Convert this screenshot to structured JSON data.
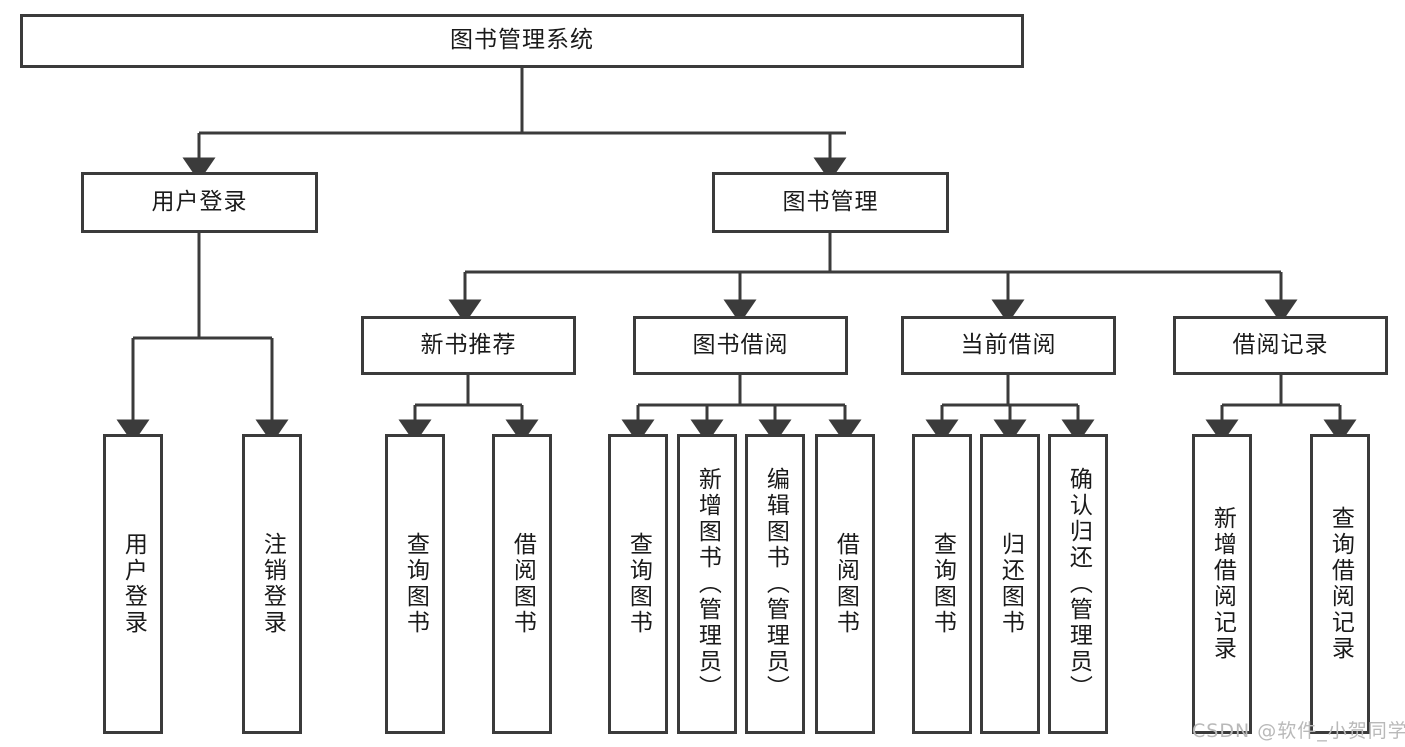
{
  "diagram": {
    "title": "图书管理系统",
    "watermark": "CSDN @软件_小贺同学",
    "line_color": "#3b3b3b",
    "text_color": "#1a1a1a",
    "background": "#ffffff",
    "nodes": {
      "root": "图书管理系统",
      "user_login": "用户登录",
      "book_manage": "图书管理",
      "new_book_rec": "新书推荐",
      "book_borrow": "图书借阅",
      "current_borrow": "当前借阅",
      "borrow_record": "借阅记录",
      "leaf_user_login": "用户登录",
      "leaf_logout": "注销登录",
      "leaf_query_book_1": "查询图书",
      "leaf_borrow_book_1": "借阅图书",
      "leaf_query_book_2": "查询图书",
      "leaf_add_book": "新增图书（管理员）",
      "leaf_edit_book": "编辑图书（管理员）",
      "leaf_borrow_book_2": "借阅图书",
      "leaf_query_book_3": "查询图书",
      "leaf_return_book": "归还图书",
      "leaf_confirm_return": "确认归还（管理员）",
      "leaf_add_record": "新增借阅记录",
      "leaf_query_record": "查询借阅记录"
    }
  }
}
